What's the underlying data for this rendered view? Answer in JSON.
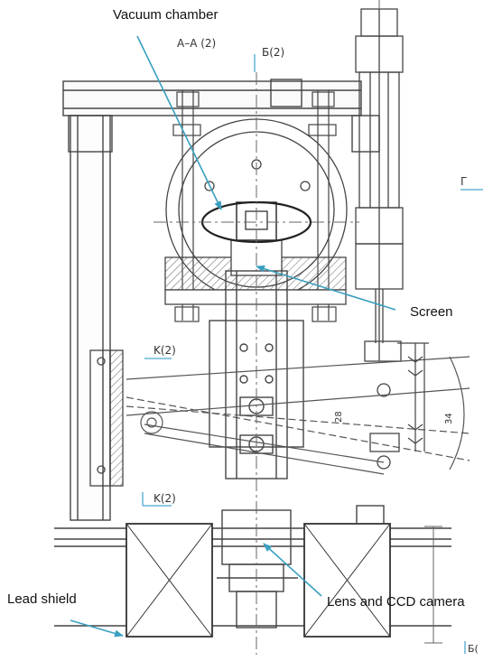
{
  "callouts": {
    "vacuum_chamber": "Vacuum chamber",
    "screen": "Screen",
    "lead_shield": "Lead shield",
    "lens_ccd": "Lens and CCD camera"
  },
  "drawing_labels": {
    "section_aa": "A–A (2)",
    "section_b_top": "Б(2)",
    "section_g": "Г",
    "section_k_upper": "K(2)",
    "section_k_lower": "K(2)",
    "section_b_bottom": "Б(",
    "dim_small": "28",
    "dim_right": "34"
  },
  "colors": {
    "line": "#444444",
    "callout_arrow": "#3a9fc0",
    "background": "#ffffff"
  }
}
